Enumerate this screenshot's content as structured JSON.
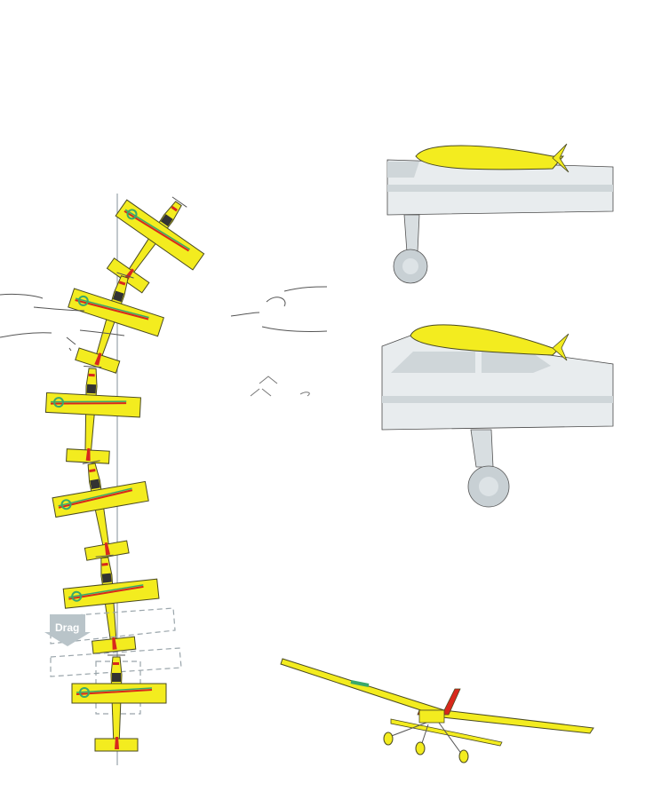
{
  "diagram": {
    "subject": "RC airplane flight sequence and wing airfoil views",
    "colors": {
      "wing_yellow": "#f3ec1f",
      "outline": "#4a4a22",
      "stripe_red": "#d8281c",
      "stripe_green": "#3aa86b",
      "fuselage_gray": "#dfe4e6",
      "gear_gray": "#b7c0c4",
      "reference_line": "#98a3aa",
      "drag_arrow": "#b9c4c9",
      "dashed_ghost": "#9aa5ab"
    },
    "left_panel": {
      "description": "Top-down view of airplane rolling through sequence",
      "plane_count": 6,
      "drag_label": "Drag"
    },
    "right_top_panel": {
      "description": "Side view: wing airfoil mounted atop fuselage (shoulder)"
    },
    "right_middle_panel": {
      "description": "Side view: wing airfoil mounted atop cabin fuselage with windows"
    },
    "bottom_right_panel": {
      "description": "Perspective view of yellow high-wing trainer airplane with tricycle gear"
    }
  }
}
